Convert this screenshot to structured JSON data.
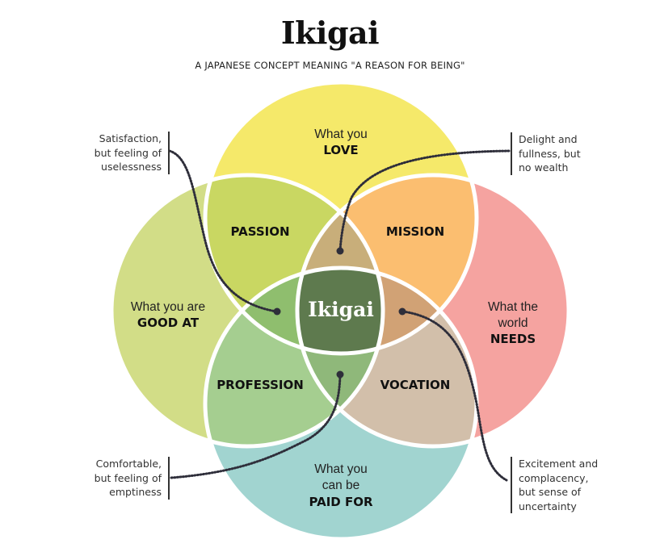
{
  "header": {
    "title": "Ikigai",
    "subtitle": "A JAPANESE CONCEPT MEANING \"A REASON FOR BEING\""
  },
  "circles": {
    "love": {
      "line1": "What you",
      "line2": "LOVE",
      "color": "#F5E96A"
    },
    "good_at": {
      "line1": "What you are",
      "line2": "GOOD AT",
      "color": "#D2DD87"
    },
    "world_needs": {
      "line1": "What the",
      "line2": "world",
      "line3": "NEEDS",
      "color": "#F5A3A0"
    },
    "paid_for": {
      "line1": "What you",
      "line2": "can be",
      "line3": "PAID FOR",
      "color": "#A1D4D0"
    }
  },
  "overlaps": {
    "passion": {
      "label": "PASSION",
      "color": "#C9D762"
    },
    "mission": {
      "label": "MISSION",
      "color": "#FBBE70"
    },
    "profession": {
      "label": "PROFESSION",
      "color": "#A5CE90"
    },
    "vocation": {
      "label": "VOCATION",
      "color": "#D2BFAA"
    },
    "love_good_needs": {
      "color": "#C8AE7A"
    },
    "good_paid_love": {
      "color": "#8FBE6E"
    },
    "love_needs_paid": {
      "color": "#D1A275"
    },
    "good_paid_needs": {
      "color": "#8FB87A"
    },
    "center": {
      "label": "Ikigai",
      "color": "#5E7A4E"
    }
  },
  "notes": {
    "satisfaction": [
      "Satisfaction,",
      "but feeling of",
      "uselessness"
    ],
    "delight": [
      "Delight and",
      "fullness, but",
      "no wealth"
    ],
    "comfortable": [
      "Comfortable,",
      "but feeling of",
      "emptiness"
    ],
    "excitement": [
      "Excitement and",
      "complacency,",
      "but sense of",
      "uncertainty"
    ]
  },
  "colors": {
    "dotted_line": "#2E2E3A",
    "stroke": "#FFFFFF",
    "text": "#111111"
  }
}
